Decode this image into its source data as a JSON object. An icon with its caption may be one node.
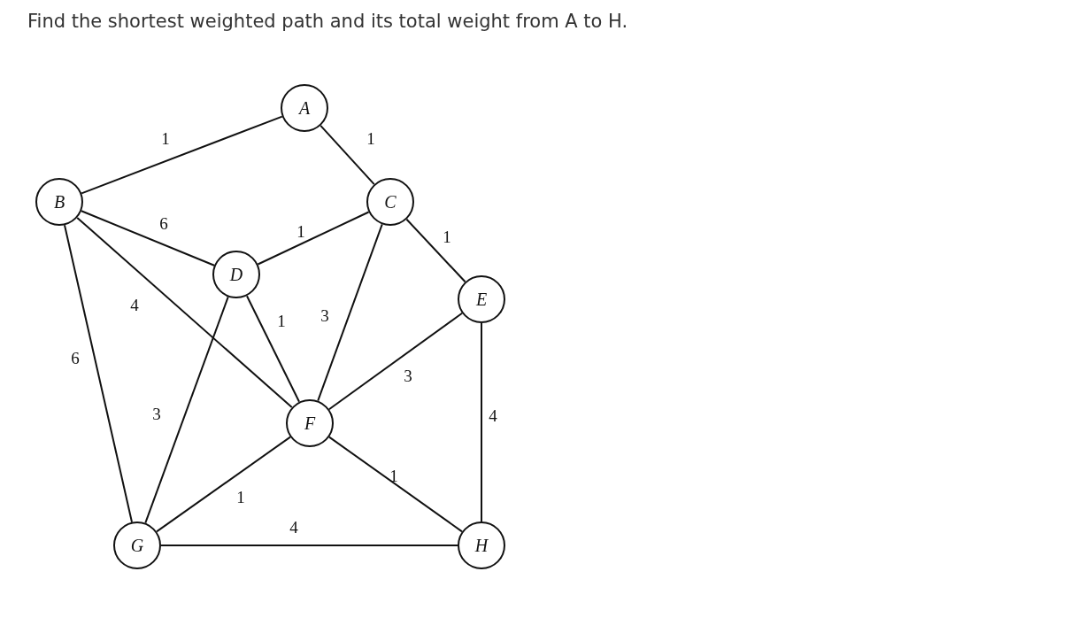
{
  "diagram": {
    "title": "Find the shortest weighted path and its total weight from A to H.",
    "nodes": [
      {
        "text": [
          "A"
        ]
      },
      {
        "text": [
          "B"
        ]
      },
      {
        "text": [
          "C"
        ]
      },
      {
        "text": [
          "D"
        ]
      },
      {
        "text": [
          "E"
        ]
      },
      {
        "text": [
          "F"
        ]
      },
      {
        "text": [
          "G"
        ]
      },
      {
        "text": [
          "H"
        ]
      }
    ],
    "edges": [
      {
        "from": 0,
        "to": 1,
        "arrow": "none",
        "label": "1"
      },
      {
        "from": 0,
        "to": 2,
        "arrow": "none",
        "label": "1"
      },
      {
        "from": 1,
        "to": 3,
        "arrow": "none",
        "label": "6"
      },
      {
        "from": 1,
        "to": 5,
        "arrow": "none",
        "label": "4"
      },
      {
        "from": 1,
        "to": 6,
        "arrow": "none",
        "label": "6"
      },
      {
        "from": 2,
        "to": 3,
        "arrow": "none",
        "label": "1"
      },
      {
        "from": 2,
        "to": 4,
        "arrow": "none",
        "label": "1"
      },
      {
        "from": 2,
        "to": 5,
        "arrow": "none",
        "label": "3"
      },
      {
        "from": 3,
        "to": 5,
        "arrow": "none",
        "label": "1"
      },
      {
        "from": 3,
        "to": 6,
        "arrow": "none",
        "label": "3"
      },
      {
        "from": 4,
        "to": 5,
        "arrow": "none",
        "label": "3"
      },
      {
        "from": 4,
        "to": 7,
        "arrow": "none",
        "label": "4"
      },
      {
        "from": 5,
        "to": 6,
        "arrow": "none",
        "label": "1"
      },
      {
        "from": 5,
        "to": 7,
        "arrow": "none",
        "label": "1"
      },
      {
        "from": 6,
        "to": 7,
        "arrow": "none",
        "label": "4"
      }
    ]
  }
}
